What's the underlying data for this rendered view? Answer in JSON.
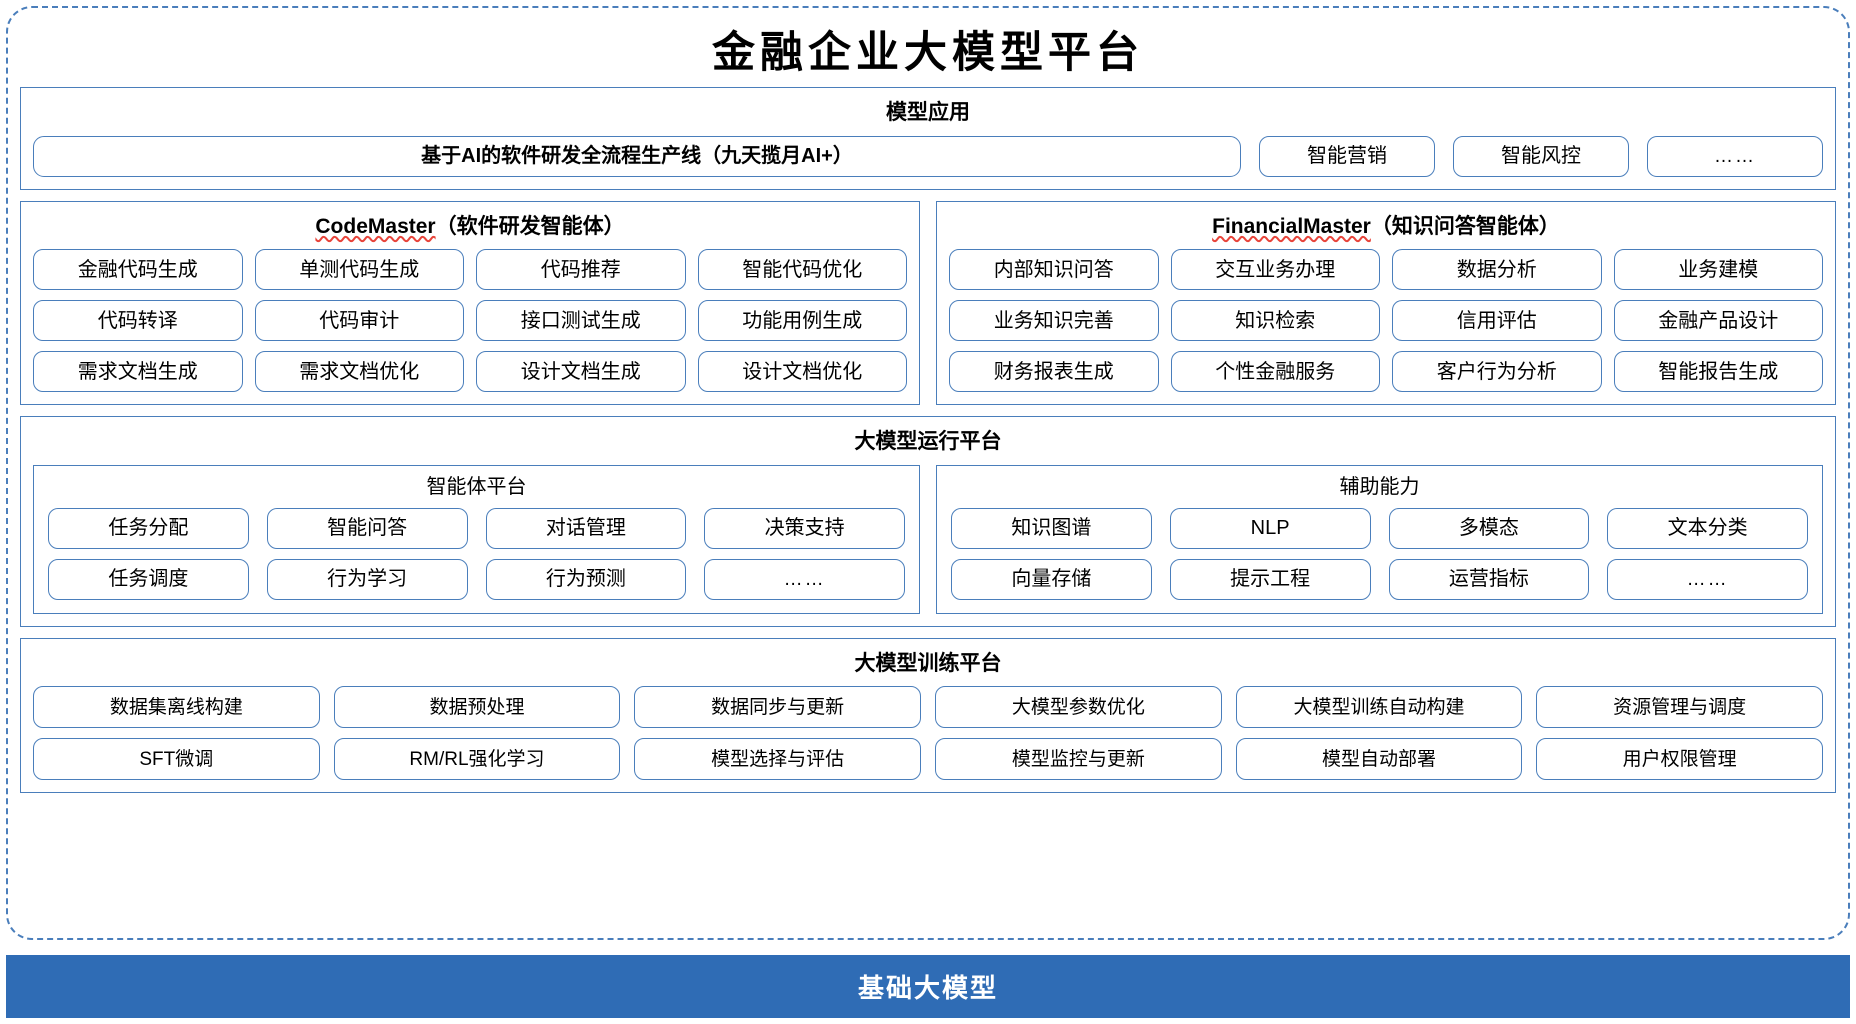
{
  "page": {
    "title": "金融企业大模型平台"
  },
  "applications": {
    "title": "模型应用",
    "items": [
      {
        "label": "基于AI的软件研发全流程生产线（九天揽月AI+）",
        "emphasis": true
      },
      {
        "label": "智能营销",
        "emphasis": false
      },
      {
        "label": "智能风控",
        "emphasis": false
      },
      {
        "label": "……",
        "emphasis": false
      }
    ]
  },
  "agents": [
    {
      "name_en": "CodeMaster",
      "name_cn": "（软件研发智能体）",
      "spellchecked": true,
      "items": [
        "金融代码生成",
        "单测代码生成",
        "代码推荐",
        "智能代码优化",
        "代码转译",
        "代码审计",
        "接口测试生成",
        "功能用例生成",
        "需求文档生成",
        "需求文档优化",
        "设计文档生成",
        "设计文档优化"
      ]
    },
    {
      "name_en": "FinancialMaster",
      "name_cn": "（知识问答智能体）",
      "spellchecked": true,
      "items": [
        "内部知识问答",
        "交互业务办理",
        "数据分析",
        "业务建模",
        "业务知识完善",
        "知识检索",
        "信用评估",
        "金融产品设计",
        "财务报表生成",
        "个性金融服务",
        "客户行为分析",
        "智能报告生成"
      ]
    }
  ],
  "runtime": {
    "title": "大模型运行平台",
    "groups": [
      {
        "title": "智能体平台",
        "items": [
          "任务分配",
          "智能问答",
          "对话管理",
          "决策支持",
          "任务调度",
          "行为学习",
          "行为预测",
          "……"
        ]
      },
      {
        "title": "辅助能力",
        "items": [
          "知识图谱",
          "NLP",
          "多模态",
          "文本分类",
          "向量存储",
          "提示工程",
          "运营指标",
          "……"
        ]
      }
    ]
  },
  "training": {
    "title": "大模型训练平台",
    "items": [
      "数据集离线构建",
      "数据预处理",
      "数据同步与更新",
      "大模型参数优化",
      "大模型训练自动构建",
      "资源管理与调度",
      "SFT微调",
      "RM/RL强化学习",
      "模型选择与评估",
      "模型监控与更新",
      "模型自动部署",
      "用户权限管理"
    ]
  },
  "base": {
    "label": "基础大模型"
  },
  "colors": {
    "accent_border": "#4a7ebb",
    "base_bar": "#2f6cb5",
    "spellcheck": "#e8443a",
    "text": "#000000"
  }
}
